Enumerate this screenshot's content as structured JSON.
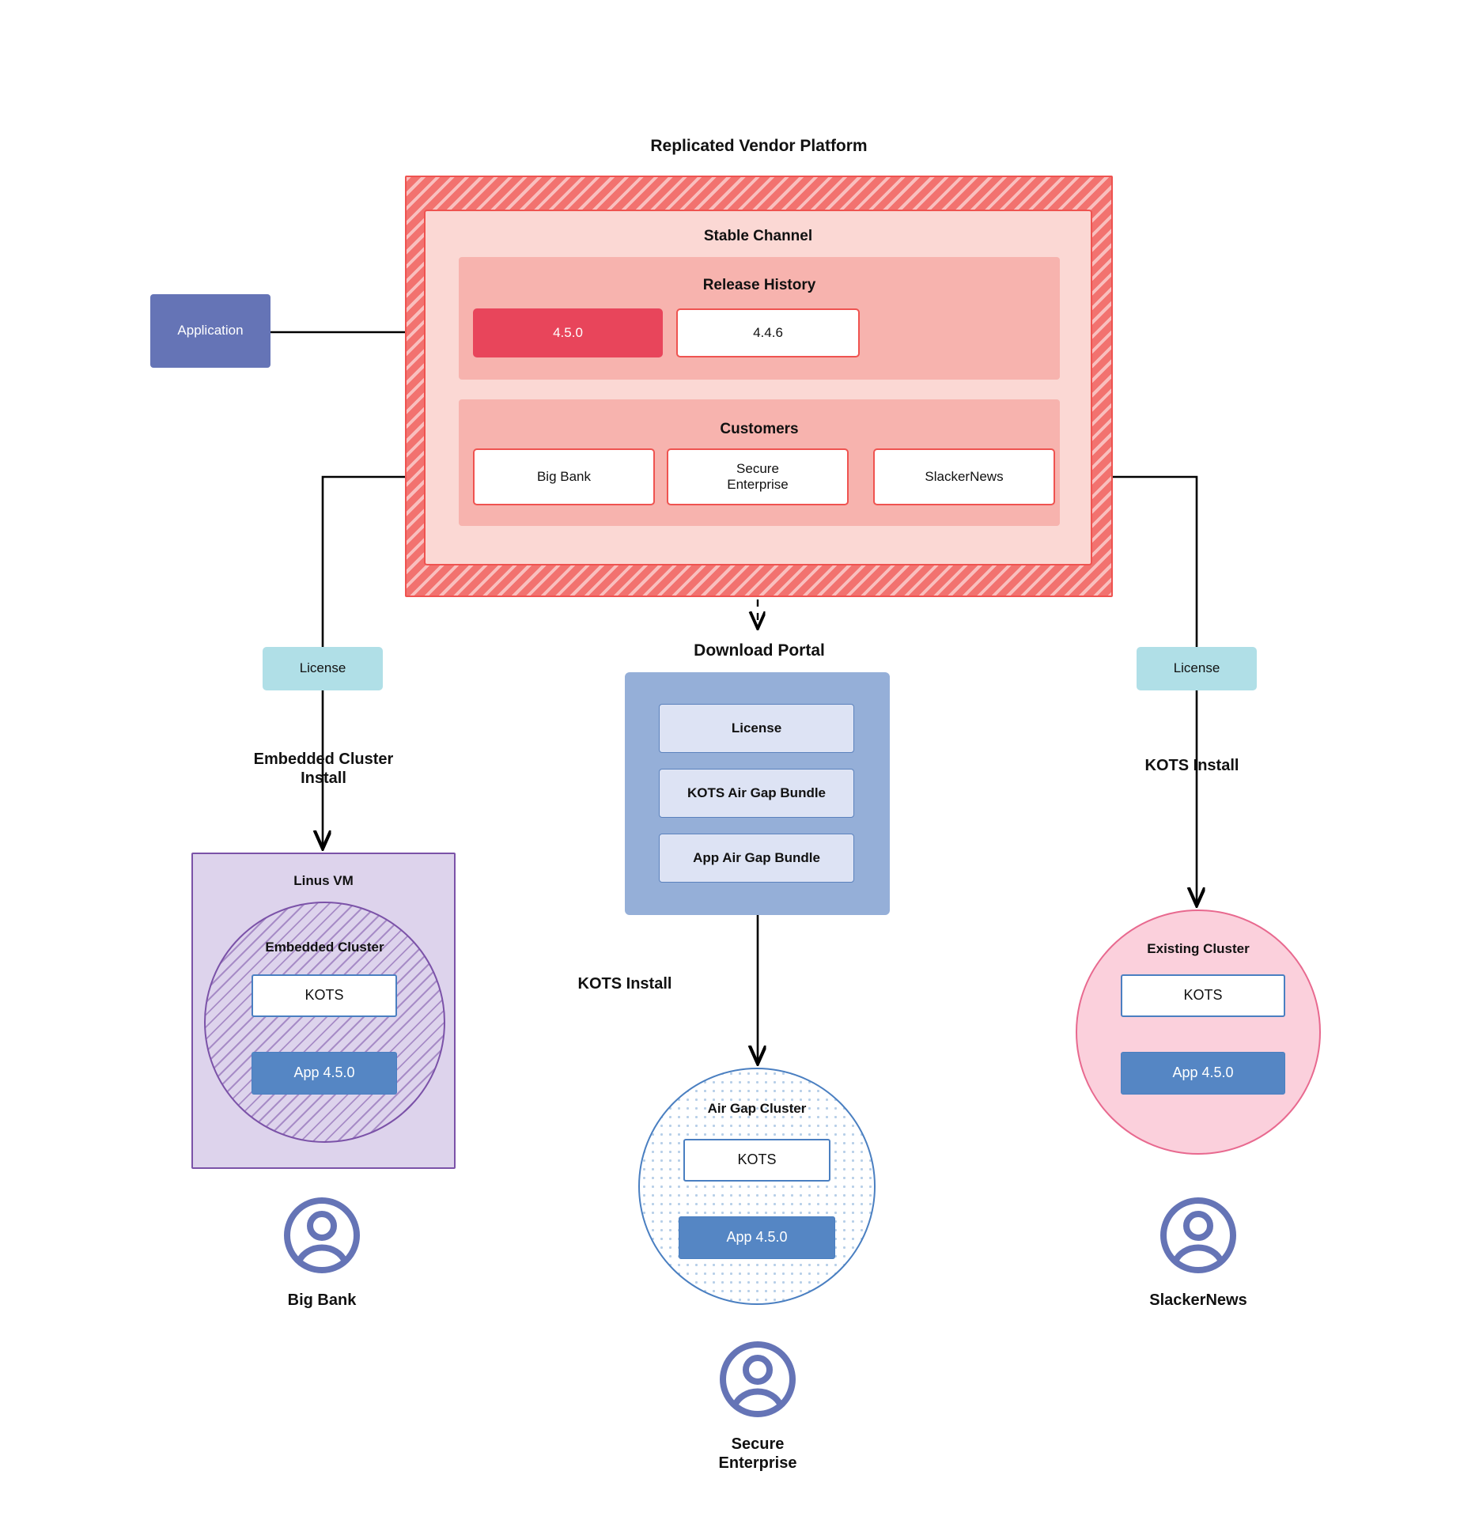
{
  "diagram": {
    "platform_title": "Replicated Vendor Platform",
    "stable_channel_title": "Stable Channel",
    "release_history_title": "Release History",
    "customers_title": "Customers",
    "application_label": "Application",
    "download_portal_title": "Download  Portal",
    "releases": [
      {
        "version": "4.5.0",
        "state": "current"
      },
      {
        "version": "4.4.6",
        "state": "previous"
      }
    ],
    "customers": [
      {
        "name": "Big Bank"
      },
      {
        "name": "Secure\nEnterprise"
      },
      {
        "name": "SlackerNews"
      }
    ],
    "download_portal_items": [
      {
        "label": "License"
      },
      {
        "label": "KOTS Air Gap Bundle"
      },
      {
        "label": "App Air Gap Bundle"
      }
    ],
    "license_left_label": "License",
    "license_right_label": "License",
    "steps": {
      "embedded_cluster_install": "Embedded Cluster\nInstall",
      "kots_install_middle": "KOTS Install",
      "kots_install_right": "KOTS Install"
    },
    "left_branch": {
      "vm_title": "Linus VM",
      "cluster_title": "Embedded Cluster",
      "kots_label": "KOTS",
      "app_label": "App 4.5.0",
      "persona": "Big Bank",
      "avatar_icon": "user-avatar-icon"
    },
    "middle_branch": {
      "cluster_title": "Air Gap Cluster",
      "kots_label": "KOTS",
      "app_label": "App 4.5.0",
      "persona": "Secure\nEnterprise",
      "avatar_icon": "user-avatar-icon"
    },
    "right_branch": {
      "cluster_title": "Existing Cluster",
      "kots_label": "KOTS",
      "app_label": "App 4.5.0",
      "persona": "SlackerNews",
      "avatar_icon": "user-avatar-icon"
    },
    "colors": {
      "platform_hatch": "#f2726f",
      "platform_border": "#ef5350",
      "stable_channel_fill": "#fbd8d4",
      "inner_panel_fill": "#f7b3ae",
      "release_current_fill": "#e8455b",
      "application_fill": "#6574b6",
      "license_fill": "#b0dfe7",
      "download_portal_fill": "#95afd8",
      "download_item_fill": "#dde3f4",
      "vm_fill": "#ddd3ec",
      "vm_border": "#7b52a8",
      "airgap_border": "#4a7fc1",
      "existing_cluster_fill": "#fbd0dc",
      "existing_cluster_border": "#e8698f",
      "app_chip_fill": "#5586c4",
      "avatar_color": "#6574b6"
    }
  }
}
